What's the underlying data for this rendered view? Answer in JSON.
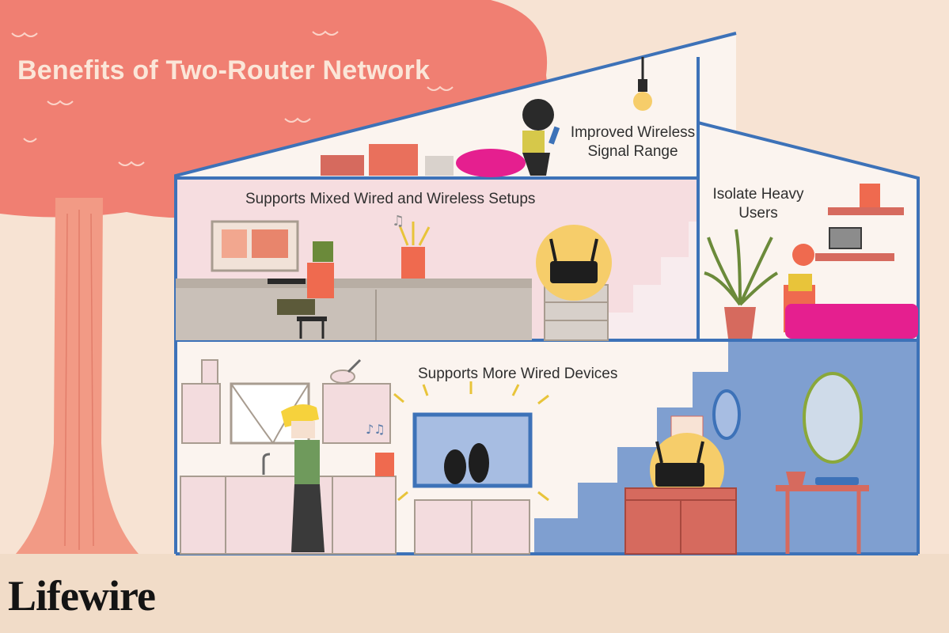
{
  "title": "Benefits of Two-Router Network",
  "labels": {
    "improved_wireless_range": "Improved Wireless Signal Range",
    "mixed_setups": "Supports Mixed Wired and Wireless Setups",
    "isolate_heavy_users": "Isolate Heavy Users",
    "more_wired_devices": "Supports More Wired Devices"
  },
  "brand": "Lifewire",
  "colors": {
    "background": "#f7e3d3",
    "tree": "#f07f72",
    "trunk": "#f29a85",
    "house_outline": "#3d72b8",
    "ground": "#f1dcc8",
    "router": "#1e1e1e",
    "router_glow": "#f6cd6a",
    "stair_wall": "#7f9fd0"
  }
}
